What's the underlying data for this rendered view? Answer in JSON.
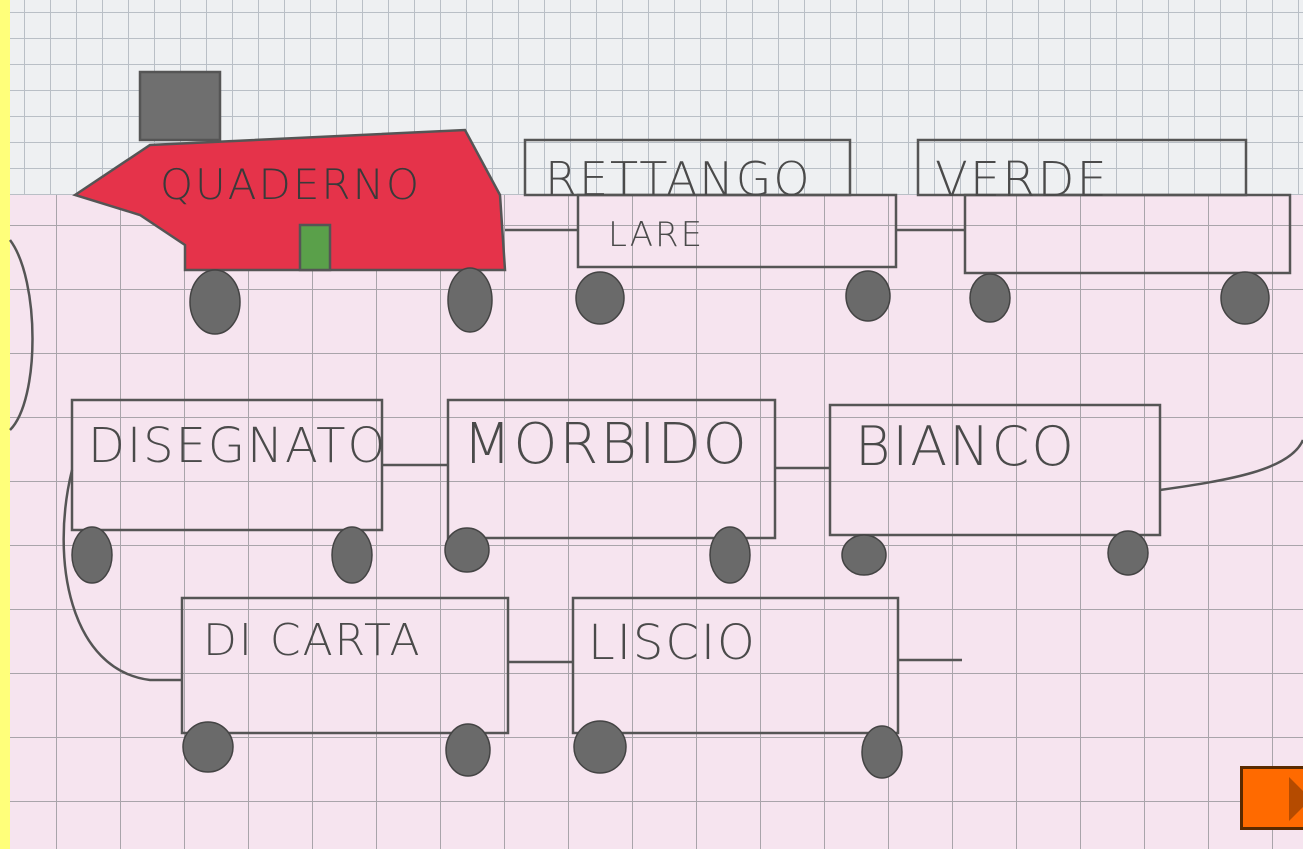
{
  "train": {
    "locomotive_label": "QUADERNO",
    "wagons": [
      {
        "label": "RETTANGO",
        "label2": "LARE"
      },
      {
        "label": "VERDE"
      },
      {
        "label": "DISEGNATO"
      },
      {
        "label": "MORBIDO"
      },
      {
        "label": "BIANCO"
      },
      {
        "label": "DI CARTA"
      },
      {
        "label": "LISCIO"
      }
    ]
  },
  "navigation": {
    "next_icon": "next-arrow-icon",
    "button_color": "#ff6a00"
  }
}
